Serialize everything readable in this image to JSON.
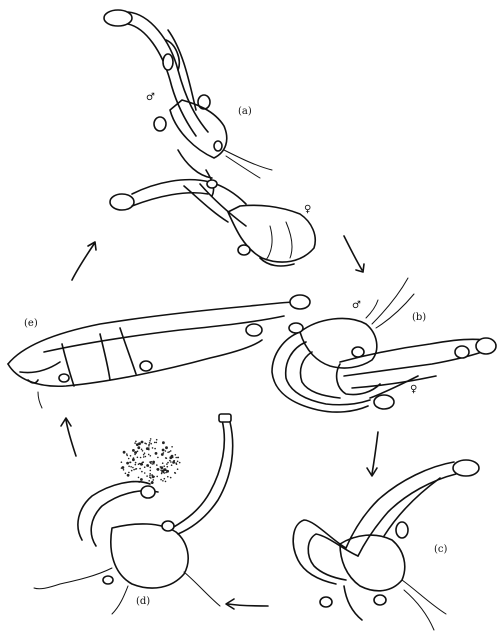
{
  "figure": {
    "panel_labels": {
      "a": "(a)",
      "b": "(b)",
      "c": "(c)",
      "d": "(d)",
      "e": "(e)"
    },
    "symbols": {
      "male": "♂",
      "female": "♀"
    }
  }
}
